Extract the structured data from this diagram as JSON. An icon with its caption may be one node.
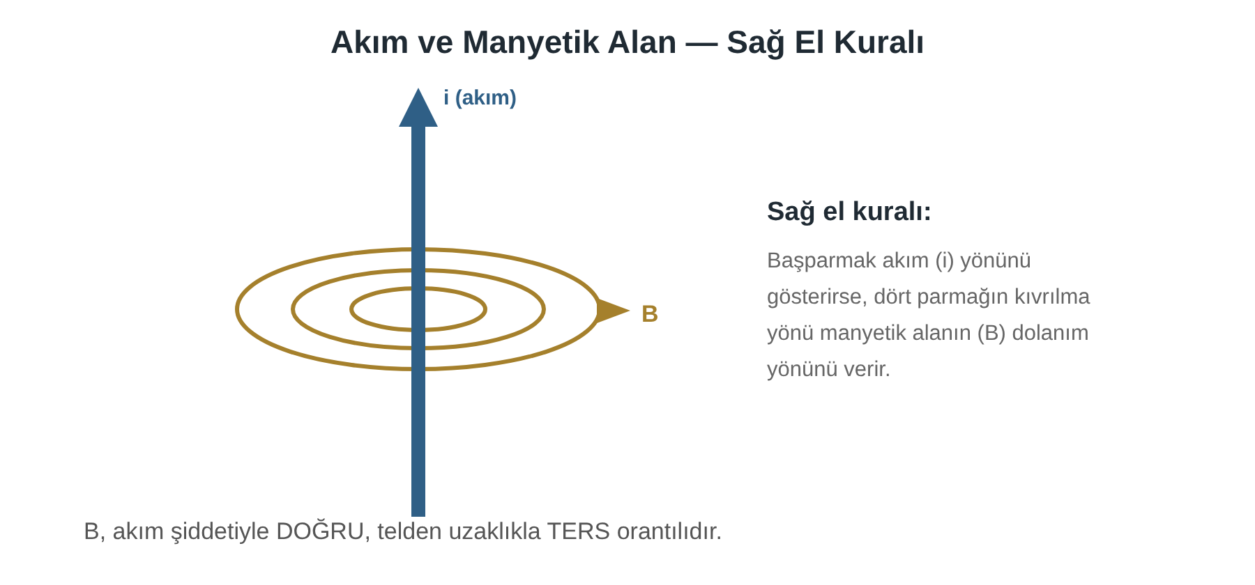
{
  "diagram": {
    "title": "Akım ve Manyetik Alan — Sağ El Kuralı",
    "labels": [
      "i (akım)",
      "B",
      "Sağ el kuralı:",
      "Başparmak akım (i) yönünü gösterirse, dört parmağın kıvrılma yönü manyetik alanın (B) dolanım yönünü verir.",
      "B, akım şiddetiyle DOĞRU, telden uzaklıkla TERS orantılıdır."
    ]
  }
}
